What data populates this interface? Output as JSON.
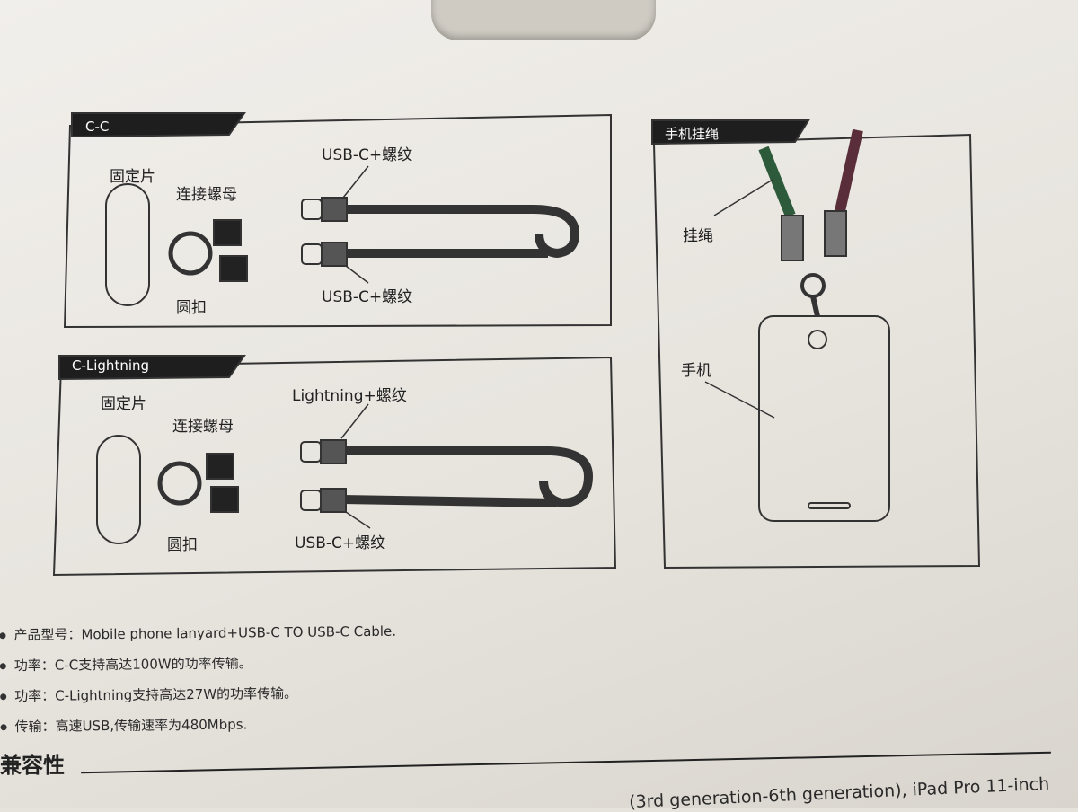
{
  "panels": {
    "cc": {
      "tag": "C-C",
      "plate": "固定片",
      "nut": "连接螺母",
      "ring": "圆扣",
      "top_plug": "USB-C+螺纹",
      "bottom_plug": "USB-C+螺纹"
    },
    "cl": {
      "tag": "C-Lightning",
      "plate": "固定片",
      "nut": "连接螺母",
      "ring": "圆扣",
      "top_plug": "Lightning+螺纹",
      "bottom_plug": "USB-C+螺纹"
    },
    "lanyard": {
      "tag": "手机挂绳",
      "strap": "挂绳",
      "phone": "手机"
    }
  },
  "specs": [
    "产品型号：Mobile phone lanyard+USB-C TO USB-C Cable.",
    "功率：C-C支持高达100W的功率传输。",
    "功率：C-Lightning支持高达27W的功率传输。",
    "传输：高速USB,传输速率为480Mbps."
  ],
  "compat_heading": "兼容性",
  "compat_text": "(3rd generation-6th generation), iPad Pro 11-inch"
}
